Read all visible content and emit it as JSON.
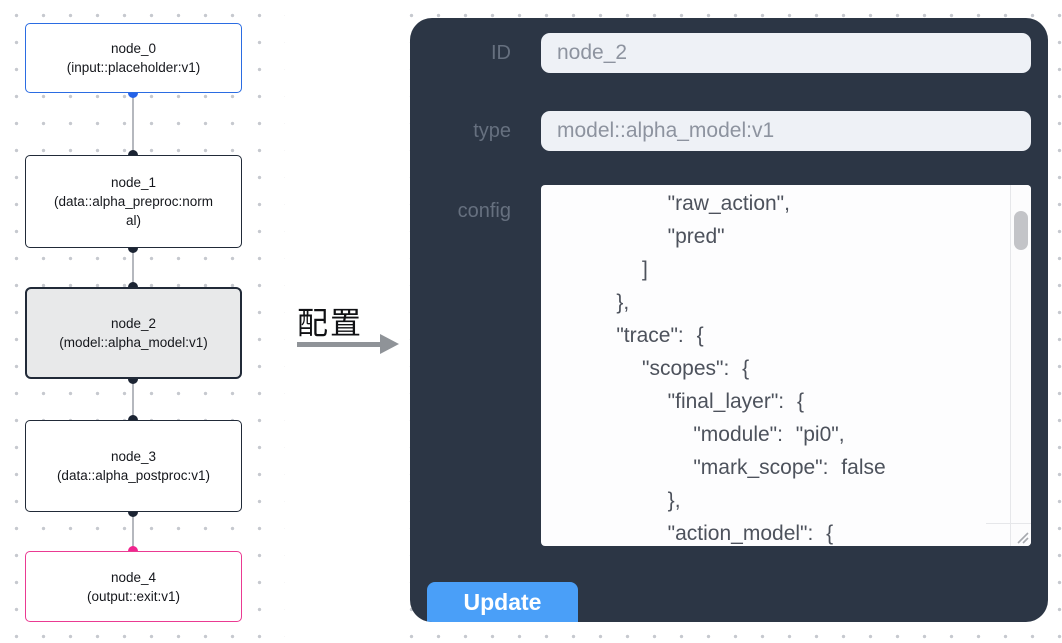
{
  "canvas": {
    "nodes": [
      {
        "id": "node_0",
        "title": "node_0",
        "subtitle": "(input::placeholder:v1)",
        "variant": "input"
      },
      {
        "id": "node_1",
        "title": "node_1",
        "subtitle": "(data::alpha_preproc:normal)",
        "variant": "default"
      },
      {
        "id": "node_2",
        "title": "node_2",
        "subtitle": "(model::alpha_model:v1)",
        "variant": "selected"
      },
      {
        "id": "node_3",
        "title": "node_3",
        "subtitle": "(data::alpha_postproc:v1)",
        "variant": "default"
      },
      {
        "id": "node_4",
        "title": "node_4",
        "subtitle": "(output::exit:v1)",
        "variant": "output"
      }
    ]
  },
  "transition": {
    "label": "配置",
    "arrow_icon": "right-arrow"
  },
  "panel": {
    "id_field": {
      "label": "ID",
      "value": "node_2"
    },
    "type_field": {
      "label": "type",
      "value": "model::alpha_model:v1"
    },
    "config_field": {
      "label": "config",
      "value": "        \"raw_action\",\n        \"pred\"\n      ]\n    },\n    \"trace\": {\n      \"scopes\": {\n        \"final_layer\": {\n          \"module\": \"pi0\",\n          \"mark_scope\": false\n        },\n        \"action_model\": {"
    },
    "update_button": "Update"
  },
  "colors": {
    "panel_bg": "#2c3645",
    "accent_blue": "#4a9ff8",
    "input_bg": "#eef1f6",
    "node_border_default": "#212a38",
    "node_border_input": "#2b6ce2",
    "node_border_output": "#ea3a92",
    "node_selected_bg": "#e8e9ea",
    "port_dot": "#1b2433",
    "port_dot_input": "#2563e8",
    "port_dot_output": "#f0258f",
    "edge": "#b5b8be"
  }
}
